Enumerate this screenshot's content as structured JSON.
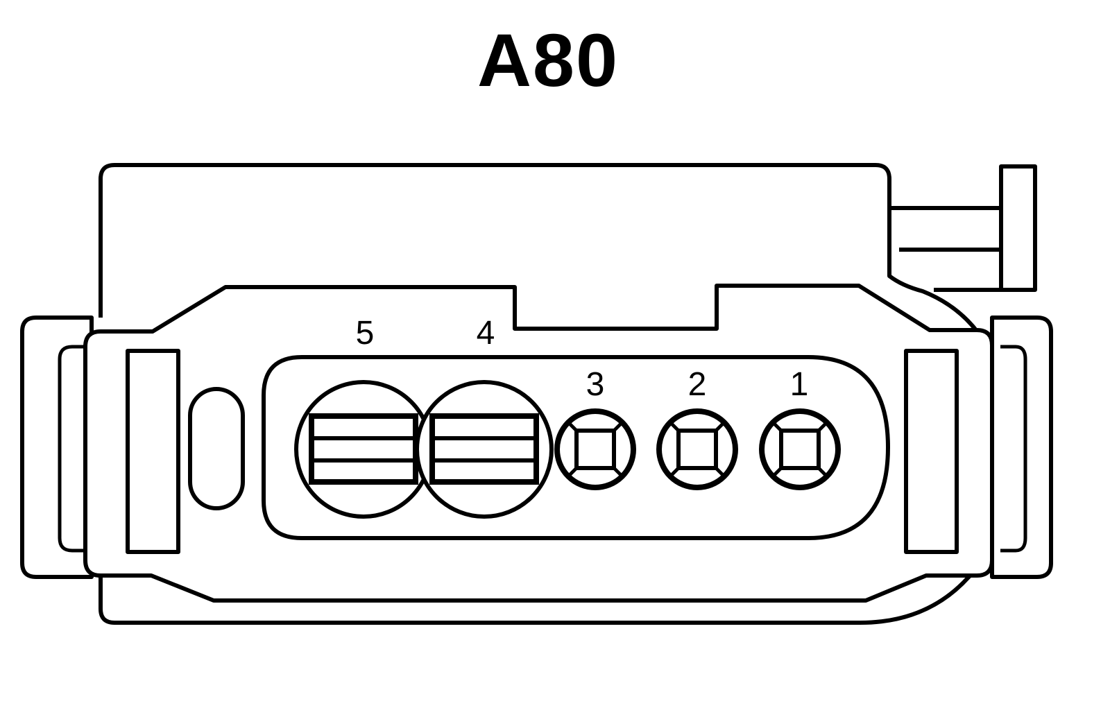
{
  "connector": {
    "title": "A80",
    "pins": [
      {
        "label": "5",
        "type": "large-terminal"
      },
      {
        "label": "4",
        "type": "large-terminal"
      },
      {
        "label": "3",
        "type": "small-terminal"
      },
      {
        "label": "2",
        "type": "small-terminal"
      },
      {
        "label": "1",
        "type": "small-terminal"
      }
    ]
  }
}
